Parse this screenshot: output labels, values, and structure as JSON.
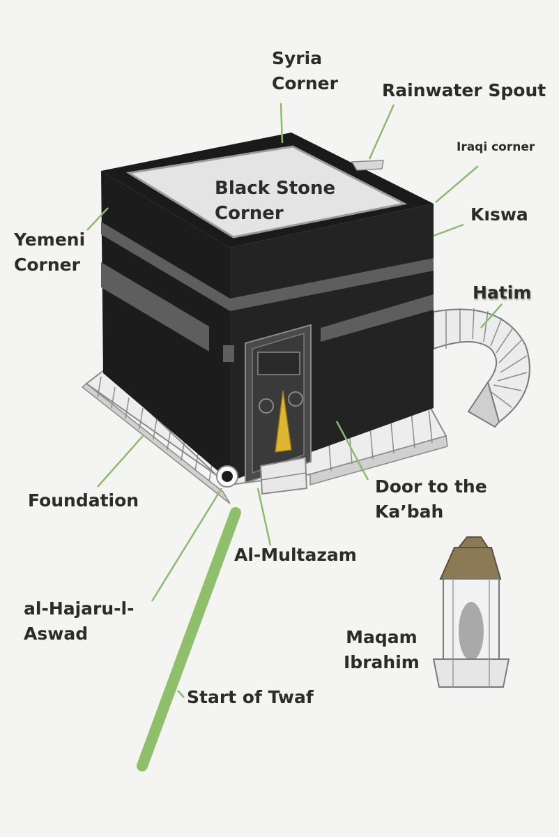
{
  "labels": {
    "syria_corner_line1": "Syria",
    "syria_corner_line2": "Corner",
    "rainwater_spout": "Rainwater Spout",
    "iraqi_corner": "Iraqi corner",
    "black_stone_corner_line1": "Black Stone",
    "black_stone_corner_line2": "Corner",
    "yemeni_corner_line1": "Yemeni",
    "yemeni_corner_line2": "Corner",
    "kiswa": "Kıswa",
    "hatim": "Hatim",
    "foundation": "Foundation",
    "door_line1": "Door to the",
    "door_line2": "Ka’bah",
    "al_multazam": "Al-Multazam",
    "hajar_line1": "al-Hajaru-l-",
    "hajar_line2": "Aswad",
    "maqam_line1": "Maqam",
    "maqam_line2": "Ibrahim",
    "start_of_twaf": "Start of Twaf"
  },
  "colors": {
    "background": "#f4f4f2",
    "kiswa_black": "#1c1c1c",
    "kiswa_band": "#5e5e5e",
    "stone": "#ededed",
    "leader_line": "#8dbb6e",
    "twaf_path": "#8fbf6a",
    "door_gold": "#e0b530",
    "maqam_top": "#8a7b55",
    "label_text": "#2b2b2b"
  }
}
